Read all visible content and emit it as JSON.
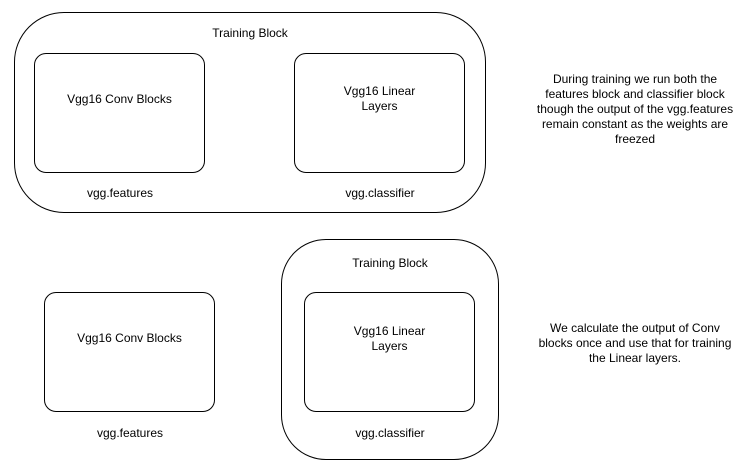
{
  "top_diagram": {
    "training_block_title": "Training Block",
    "conv_block_label": "Vgg16 Conv Blocks",
    "linear_block_label": "Vgg16 Linear\nLayers",
    "features_caption": "vgg.features",
    "classifier_caption": "vgg.classifier",
    "note": "During training we run both the\nfeatures block and classifier block\nthough the output of the vgg.features\nremain constant as the weights are\nfreezed"
  },
  "bottom_diagram": {
    "training_block_title": "Training Block",
    "conv_block_label": "Vgg16 Conv Blocks",
    "linear_block_label": "Vgg16 Linear\nLayers",
    "features_caption": "vgg.features",
    "classifier_caption": "vgg.classifier",
    "note": "We calculate the output of Conv\nblocks once and use that for training\nthe Linear layers."
  }
}
